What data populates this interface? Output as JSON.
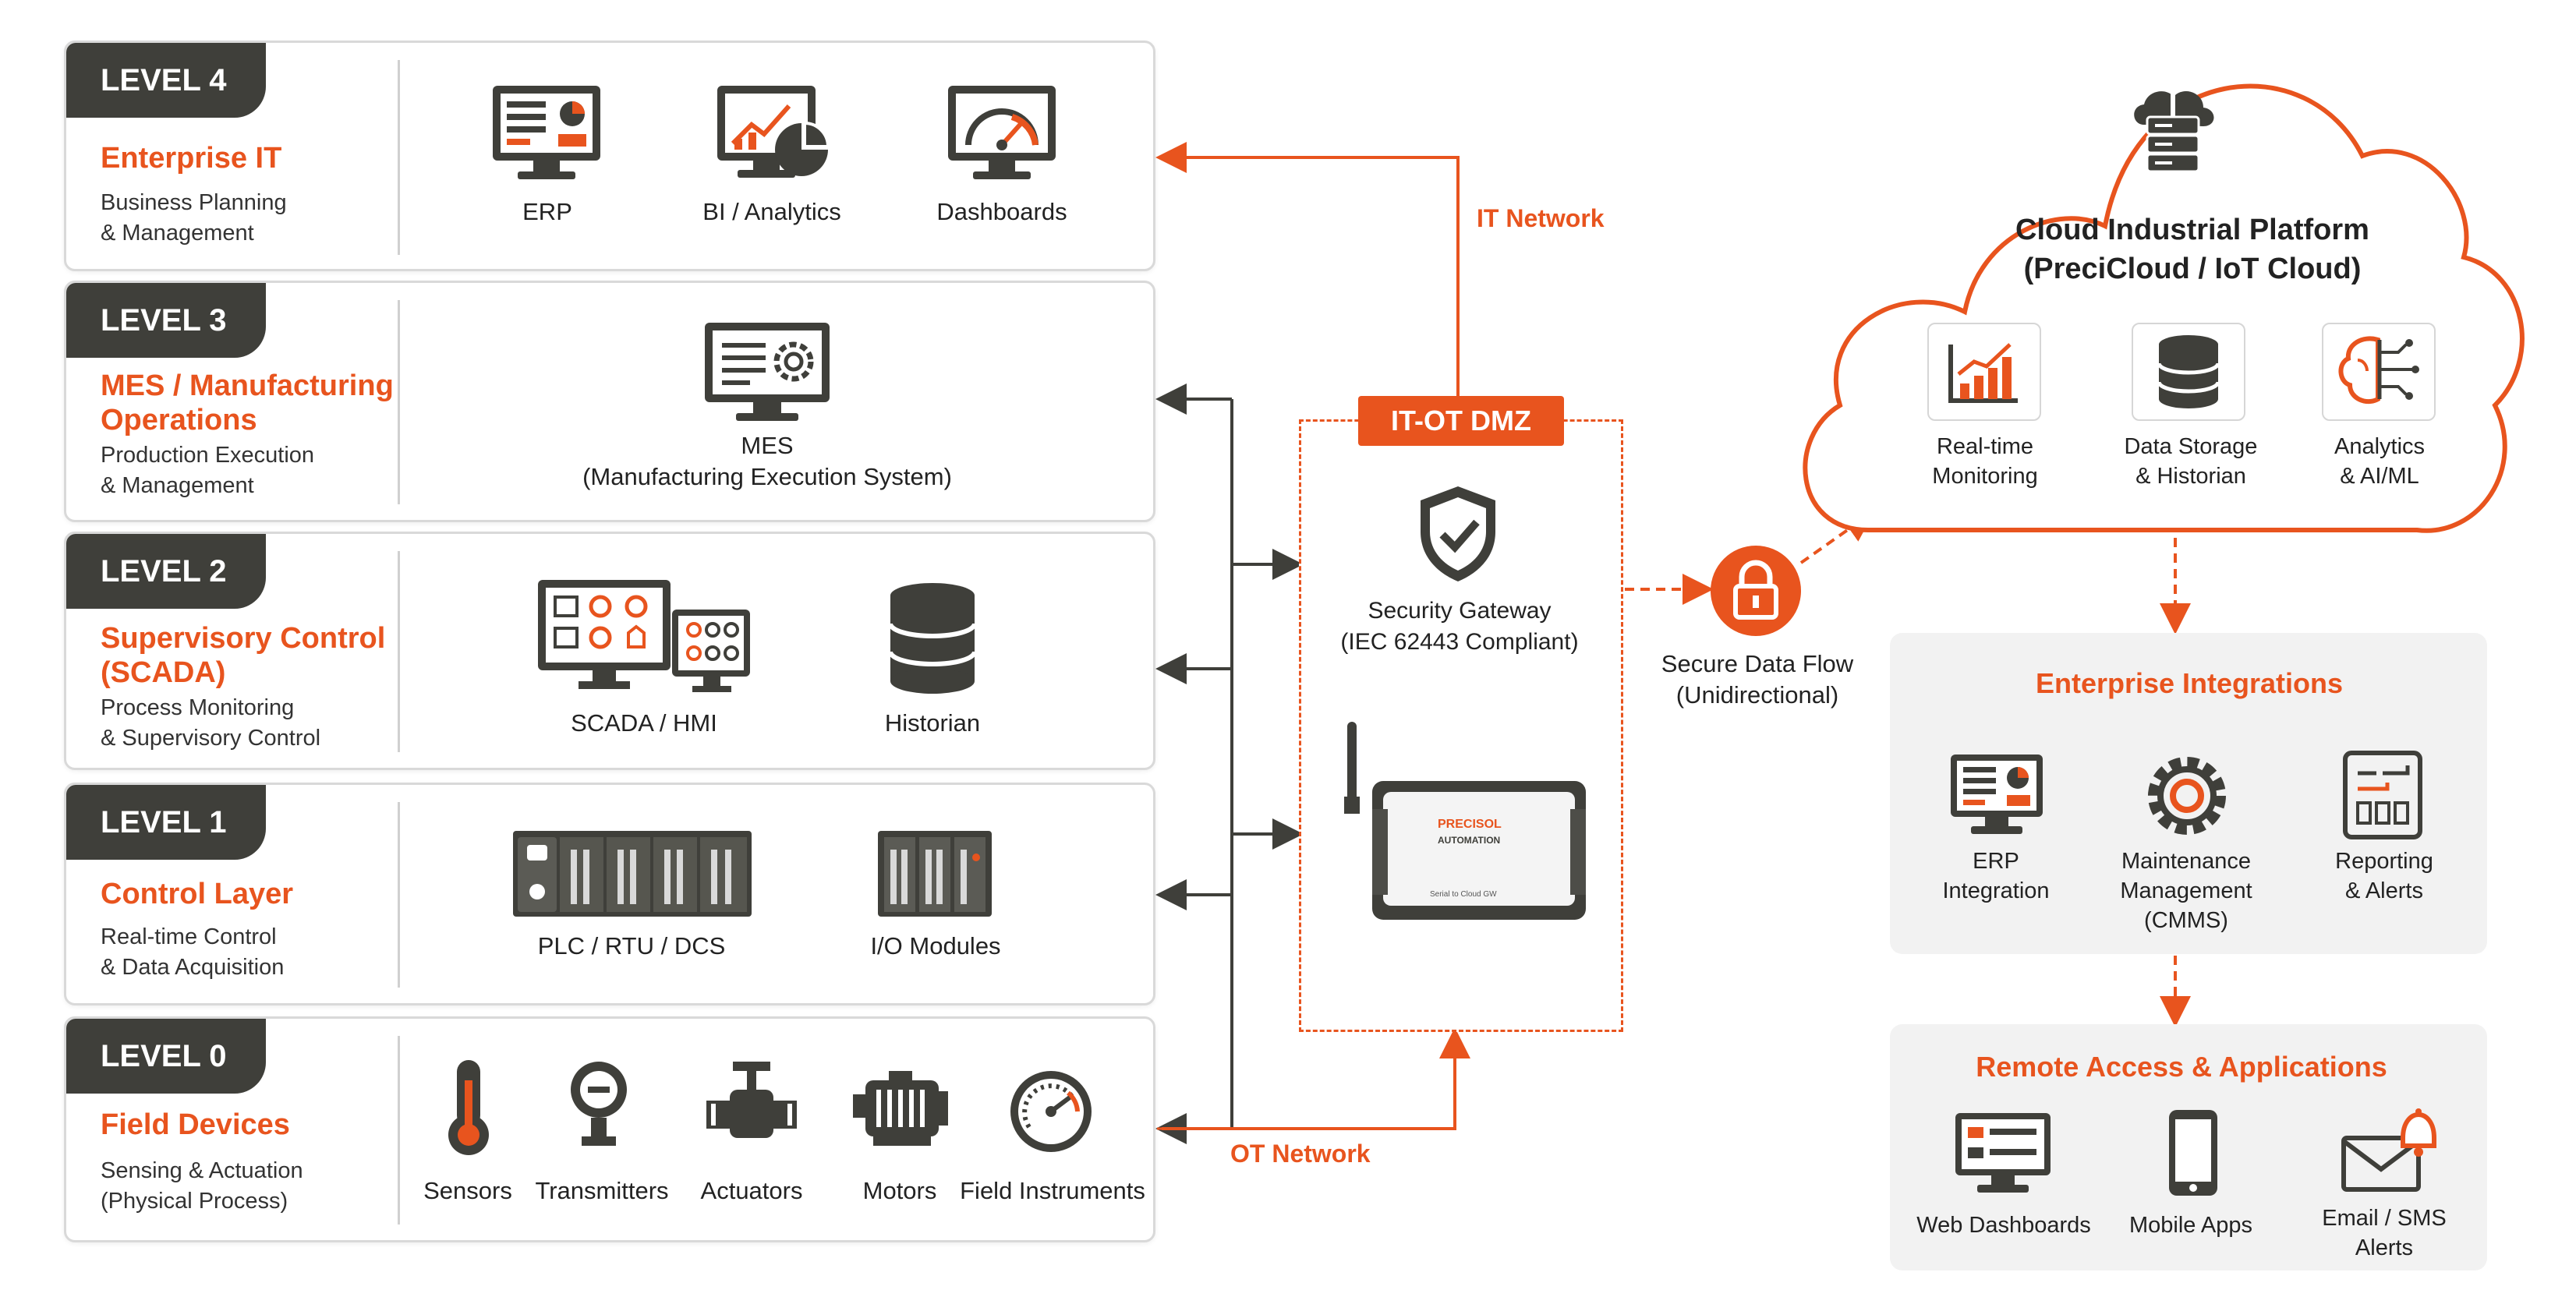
{
  "levels": [
    {
      "badge": "LEVEL 4",
      "name": "Enterprise IT",
      "desc": [
        "Business Planning",
        "& Management"
      ],
      "items": [
        "ERP",
        "BI / Analytics",
        "Dashboards"
      ]
    },
    {
      "badge": "LEVEL 3",
      "name": [
        "MES / Manufacturing",
        "Operations"
      ],
      "desc": [
        "Production Execution",
        "& Management"
      ],
      "items": [
        [
          "MES",
          "(Manufacturing Execution System)"
        ]
      ]
    },
    {
      "badge": "LEVEL 2",
      "name": [
        "Supervisory Control",
        "(SCADA)"
      ],
      "desc": [
        "Process Monitoring",
        "& Supervisory Control"
      ],
      "items": [
        "SCADA / HMI",
        "Historian"
      ]
    },
    {
      "badge": "LEVEL 1",
      "name": "Control Layer",
      "desc": [
        "Real-time Control",
        "& Data Acquisition"
      ],
      "items": [
        "PLC / RTU / DCS",
        "I/O Modules"
      ]
    },
    {
      "badge": "LEVEL 0",
      "name": "Field Devices",
      "desc": [
        "Sensing & Actuation",
        "(Physical Process)"
      ],
      "items": [
        "Sensors",
        "Transmitters",
        "Actuators",
        "Motors",
        "Field Instruments"
      ]
    }
  ],
  "network": {
    "it": "IT Network",
    "ot": "OT Network"
  },
  "dmz": {
    "tag": "IT-OT DMZ",
    "gateway": [
      "Security Gateway",
      "(IEC 62443 Compliant)"
    ],
    "device_brand": [
      "PRECISOL",
      "AUTOMATION"
    ],
    "device_sub": "Serial to Cloud GW"
  },
  "secure_flow": [
    "Secure Data Flow",
    "(Unidirectional)"
  ],
  "cloud": {
    "title": [
      "Cloud Industrial Platform",
      "(PreciCloud / IoT Cloud)"
    ],
    "items": [
      [
        "Real-time",
        "Monitoring"
      ],
      [
        "Data Storage",
        "& Historian"
      ],
      [
        "Analytics",
        "& AI/ML"
      ]
    ]
  },
  "enterprise_integrations": {
    "title": "Enterprise Integrations",
    "items": [
      [
        "ERP",
        "Integration"
      ],
      [
        "Maintenance",
        "Management",
        "(CMMS)"
      ],
      [
        "Reporting",
        "& Alerts"
      ]
    ]
  },
  "remote_access": {
    "title": "Remote Access & Applications",
    "items": [
      [
        "Web Dashboards"
      ],
      [
        "Mobile Apps"
      ],
      [
        "Email / SMS",
        "Alerts"
      ]
    ]
  },
  "colors": {
    "accent": "#e8541e",
    "dark": "#3f3f3a",
    "panel": "#f2f2f2"
  },
  "icons": [
    "erp-monitor-icon",
    "bi-analytics-icon",
    "dashboard-gauge-icon",
    "mes-monitor-gear-icon",
    "scada-hmi-icon",
    "historian-database-icon",
    "plc-rack-icon",
    "io-modules-icon",
    "sensor-icon",
    "transmitter-icon",
    "actuator-valve-icon",
    "motor-icon",
    "field-instrument-gauge-icon",
    "shield-check-icon",
    "gateway-device-icon",
    "lock-icon",
    "cloud-server-icon",
    "chart-icon",
    "database-icon",
    "brain-ai-icon",
    "gear-icon",
    "report-icon",
    "web-dashboard-icon",
    "mobile-phone-icon",
    "email-bell-icon"
  ]
}
